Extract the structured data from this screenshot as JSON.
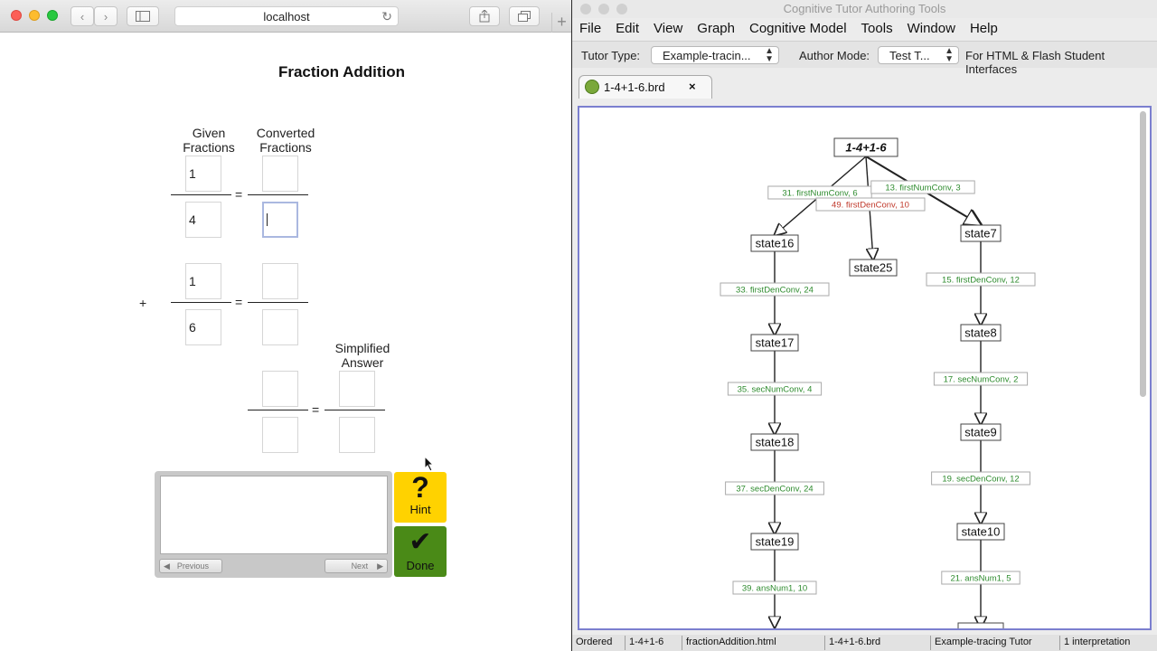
{
  "safari": {
    "url": "localhost",
    "tutor": {
      "title": "Fraction Addition",
      "given_header": "Given\nFractions",
      "converted_header": "Converted\nFractions",
      "simplified_header": "Simplified\nAnswer",
      "frac1_num": "1",
      "frac1_den": "4",
      "frac2_num": "1",
      "frac2_den": "6",
      "equals": "=",
      "plus": "+",
      "prev_label": "Previous",
      "next_label": "Next",
      "hint_label": "Hint",
      "done_label": "Done"
    }
  },
  "ctat": {
    "window_title": "Cognitive Tutor Authoring Tools",
    "menu": [
      "File",
      "Edit",
      "View",
      "Graph",
      "Cognitive Model",
      "Tools",
      "Window",
      "Help"
    ],
    "tutor_type_label": "Tutor Type:",
    "tutor_type_value": "Example-tracin...",
    "author_mode_label": "Author Mode:",
    "author_mode_value": "Test T...",
    "interface_label": "For HTML & Flash Student Interfaces",
    "tab_label": "1-4+1-6.brd",
    "graph": {
      "root": "1-4+1-6",
      "states": [
        "state16",
        "state25",
        "state7",
        "state17",
        "state8",
        "state18",
        "state9",
        "state19",
        "state10"
      ],
      "edges": [
        {
          "label": "31. firstNumConv, 6",
          "status": "correct"
        },
        {
          "label": "49. firstDenConv, 10",
          "status": "buggy"
        },
        {
          "label": "13. firstNumConv, 3",
          "status": "correct"
        },
        {
          "label": "33. firstDenConv, 24",
          "status": "correct"
        },
        {
          "label": "15. firstDenConv, 12",
          "status": "correct"
        },
        {
          "label": "35. secNumConv, 4",
          "status": "correct"
        },
        {
          "label": "17. secNumConv, 2",
          "status": "correct"
        },
        {
          "label": "37. secDenConv, 24",
          "status": "correct"
        },
        {
          "label": "19. secDenConv, 12",
          "status": "correct"
        },
        {
          "label": "39. ansNum1, 10",
          "status": "correct"
        },
        {
          "label": "21. ansNum1, 5",
          "status": "correct"
        }
      ],
      "colors": {
        "correct": "#2e8b2e",
        "buggy": "#c0392b"
      }
    },
    "status": [
      "Ordered",
      "1-4+1-6",
      "fractionAddition.html",
      "1-4+1-6.brd",
      "Example-tracing Tutor",
      "1 interpretation"
    ]
  }
}
